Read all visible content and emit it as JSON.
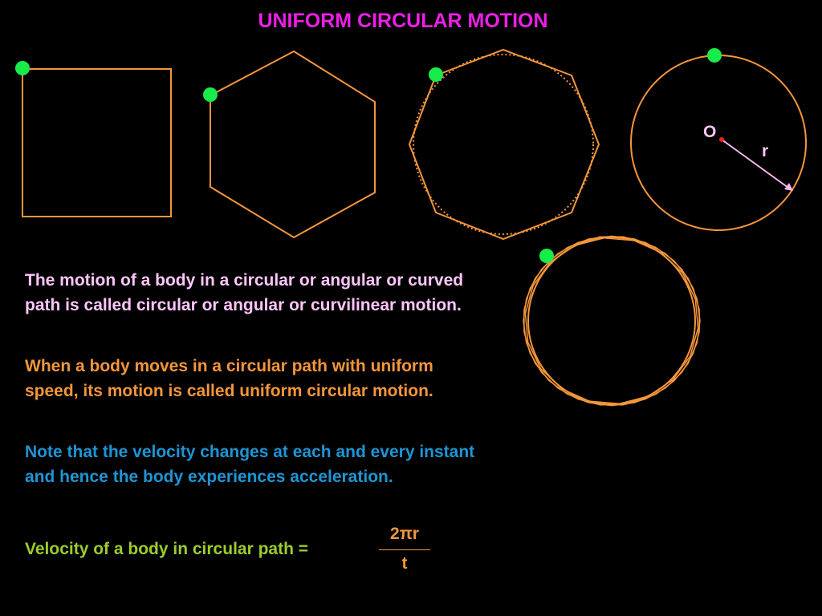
{
  "title": "UNIFORM CIRCULAR MOTION",
  "colors": {
    "background": "#000000",
    "title": "#ee1ee6",
    "shape_stroke": "#f5963b",
    "dot_fill": "#18ec4a",
    "radius_line": "#ffb6f0",
    "center_dot": "#ff2020",
    "paragraph_1": "#ffc6fb",
    "paragraph_2": "#f5963b",
    "paragraph_3": "#1e95d4",
    "formula_label": "#9ccd2b",
    "fraction": "#f5963b"
  },
  "diagram": {
    "circle_center_label": "O",
    "radius_label": "r"
  },
  "paragraphs": [
    "The motion of a body in a circular or angular or curved  path is called circular or angular or curvilinear motion.",
    "When a body moves in a circular path with uniform speed, its motion is called uniform circular motion.",
    "Note that the velocity changes at each and every instant and hence the body experiences acceleration."
  ],
  "formula": {
    "label": "Velocity of a body in circular path =",
    "numerator": "2πr",
    "denominator": "t"
  }
}
